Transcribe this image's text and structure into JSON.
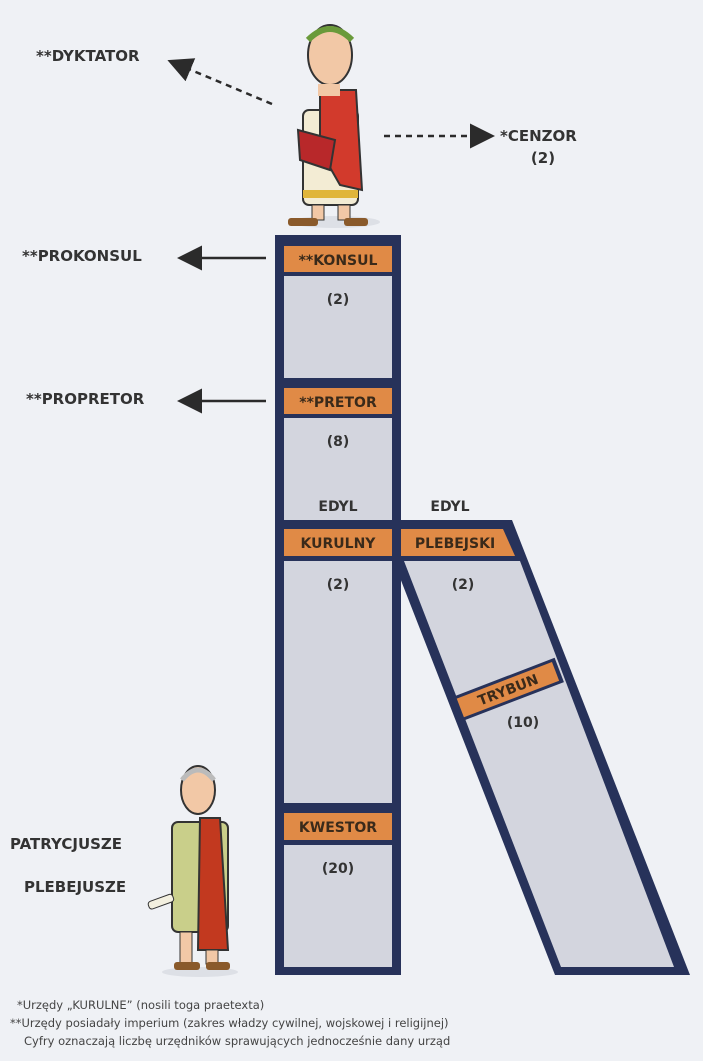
{
  "colors": {
    "navy": "#27325a",
    "orange": "#e08a46",
    "panel": "#d3d5de",
    "background": "#eff1f5"
  },
  "top_labels": {
    "dyktator": "**DYKTATOR",
    "cenzor": "*CENZOR",
    "cenzor_count": "(2)",
    "prokonsul": "**PROKONSUL",
    "propretor": "**PROPRETOR"
  },
  "offices": {
    "konsul": {
      "label": "**KONSUL",
      "count": "(2)"
    },
    "pretor": {
      "label": "**PRETOR",
      "count": "(8)"
    },
    "edyl_kurulny": {
      "title": "EDYL",
      "label": "KURULNY",
      "count": "(2)"
    },
    "edyl_plebejski": {
      "title": "EDYL",
      "label": "PLEBEJSKI",
      "count": "(2)"
    },
    "trybun": {
      "label": "TRYBUN",
      "count": "(10)"
    },
    "kwestor": {
      "label": "KWESTOR",
      "count": "(20)"
    }
  },
  "classes": {
    "patrycjusze": "PATRYCJUSZE",
    "plebejusze": "PLEBEJUSZE"
  },
  "footnotes": [
    "*Urzędy „KURULNE” (nosili toga praetexta)",
    "**Urzędy posiadały imperium (zakres władzy cywilnej, wojskowej i religijnej)",
    "Cyfry oznaczają liczbę urzędników sprawujących jednocześnie dany urząd"
  ]
}
